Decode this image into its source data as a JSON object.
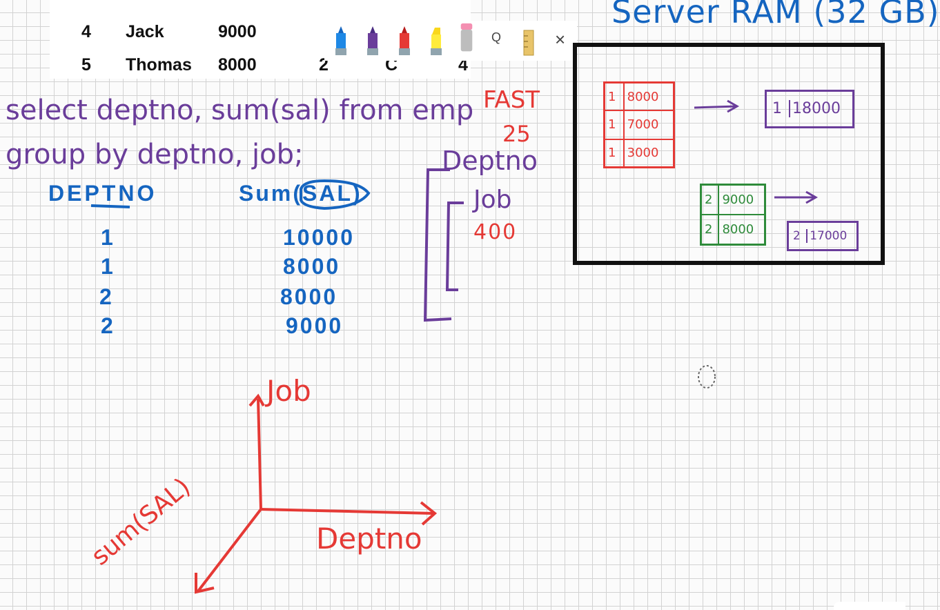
{
  "sheet": {
    "rows": [
      {
        "no": "4",
        "name": "Jack",
        "sal": "9000",
        "dept": "",
        "job": "",
        "extra": ""
      },
      {
        "no": "5",
        "name": "Thomas",
        "sal": "8000",
        "dept": "2",
        "job": "C",
        "extra": "4"
      }
    ]
  },
  "toolbar": {
    "pens": [
      "blue-pen",
      "purple-pen",
      "red-pen",
      "yellow-highlighter",
      "eraser"
    ],
    "search_glyph": "Q",
    "close_glyph": "×"
  },
  "board": {
    "server_title": "Server RAM (32 GB)",
    "query_line1": "select deptno, sum(sal) from emp",
    "query_line2": "group by deptno, job;",
    "col_deptno": "DEPTNO",
    "col_sumsal": "Sum(SAL)",
    "deptno_values": [
      "1",
      "1",
      "2",
      "2"
    ],
    "sum_values": [
      "10000",
      "8000",
      "8000",
      "9000"
    ],
    "fast_label": "FAST",
    "fast_number": "25",
    "tree_deptno": "Deptno",
    "tree_job": "Job",
    "tree_count": "400",
    "axis_job": "Job",
    "axis_deptno": "Deptno",
    "axis_sumsal": "sum(SAL)"
  },
  "ram": {
    "red_group": [
      [
        "1",
        "8000"
      ],
      [
        "1",
        "7000"
      ],
      [
        "1",
        "3000"
      ]
    ],
    "red_result": [
      "1",
      "18000"
    ],
    "green_group": [
      [
        "2",
        "9000"
      ],
      [
        "2",
        "8000"
      ]
    ],
    "green_result": [
      "2",
      "17000"
    ]
  },
  "colors": {
    "purple_ink": "#6a3d9a",
    "blue_ink": "#1565c0",
    "red_ink": "#e53935",
    "green_ink": "#2e8b3a"
  }
}
